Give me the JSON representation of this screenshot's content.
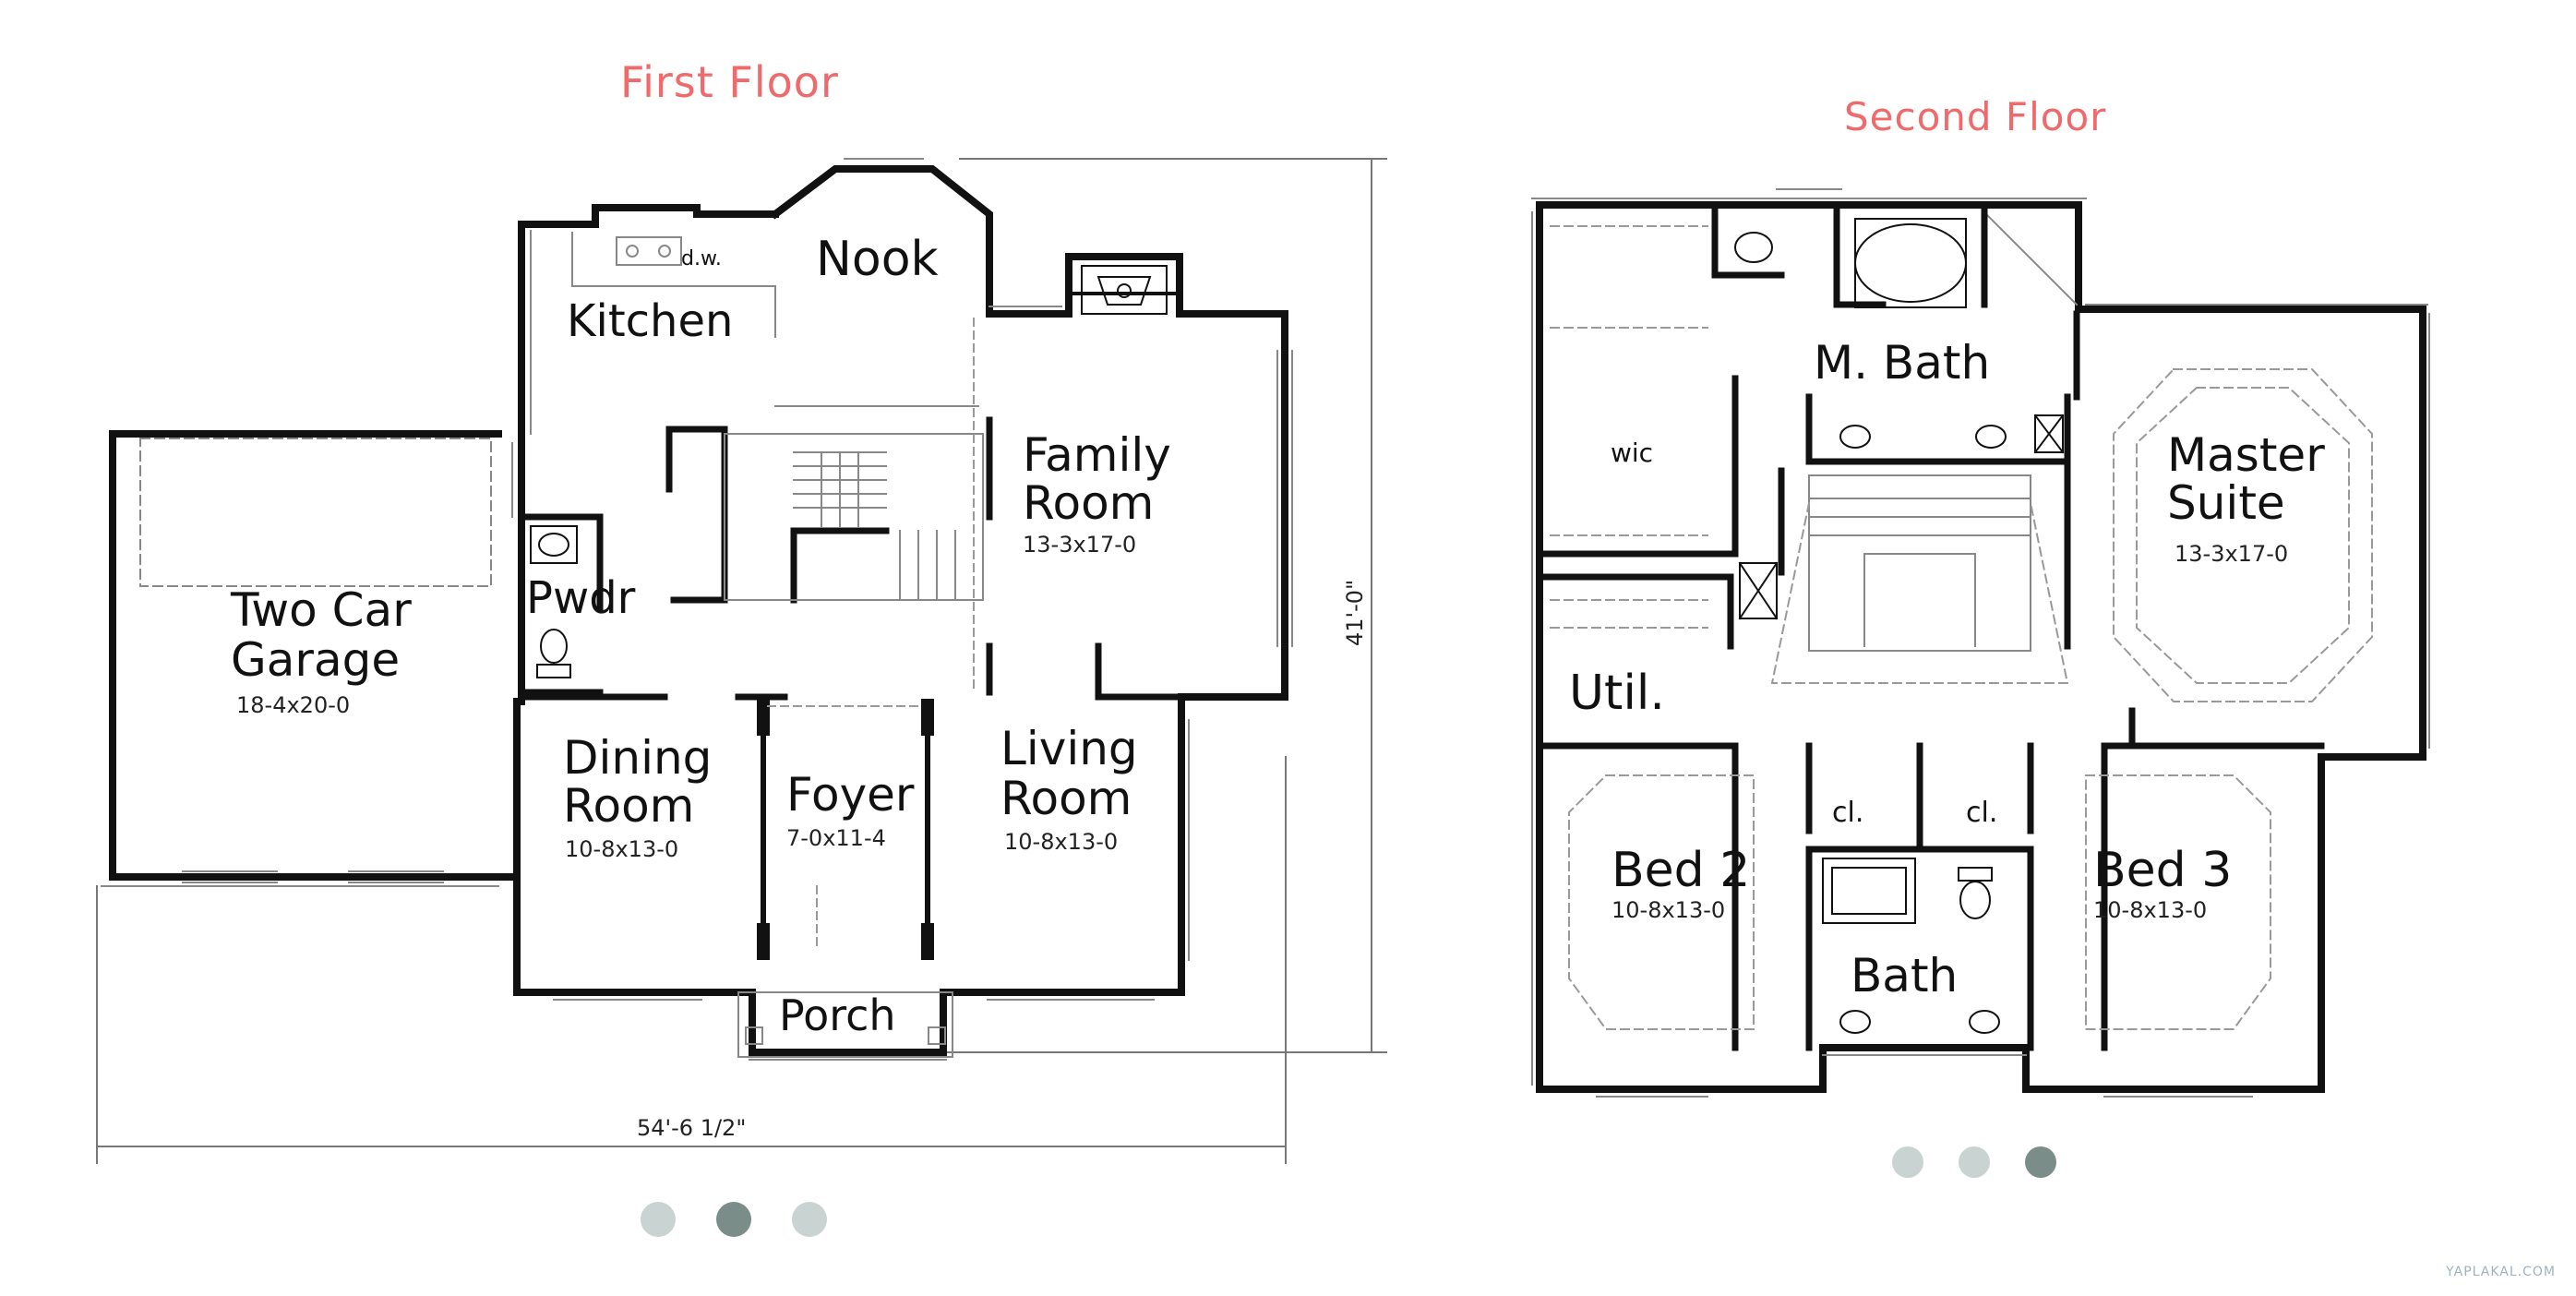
{
  "first_floor": {
    "title": "First Floor",
    "rooms": {
      "nook": "Nook",
      "kitchen": "Kitchen",
      "dw": "d.w.",
      "family_room_1": "Family",
      "family_room_2": "Room",
      "family_room_size": "13-3x17-0",
      "pwdr": "Pwdr",
      "garage_1": "Two Car",
      "garage_2": "Garage",
      "garage_size": "18-4x20-0",
      "dining_1": "Dining",
      "dining_2": "Room",
      "dining_size": "10-8x13-0",
      "foyer": "Foyer",
      "foyer_size": "7-0x11-4",
      "living_1": "Living",
      "living_2": "Room",
      "living_size": "10-8x13-0",
      "porch": "Porch"
    },
    "dim_width": "54'-6 1/2\"",
    "dim_depth": "41'-0\"",
    "carousel": {
      "count": 3,
      "active": 2
    }
  },
  "second_floor": {
    "title": "Second Floor",
    "rooms": {
      "m_bath": "M. Bath",
      "wic": "wic",
      "master_1": "Master",
      "master_2": "Suite",
      "master_size": "13-3x17-0",
      "util": "Util.",
      "cl_left": "cl.",
      "cl_right": "cl.",
      "bed2": "Bed 2",
      "bed2_size": "10-8x13-0",
      "bed3": "Bed 3",
      "bed3_size": "10-8x13-0",
      "bath": "Bath"
    },
    "carousel": {
      "count": 3,
      "active": 3
    }
  },
  "watermark": "YAPLAKAL.COM"
}
